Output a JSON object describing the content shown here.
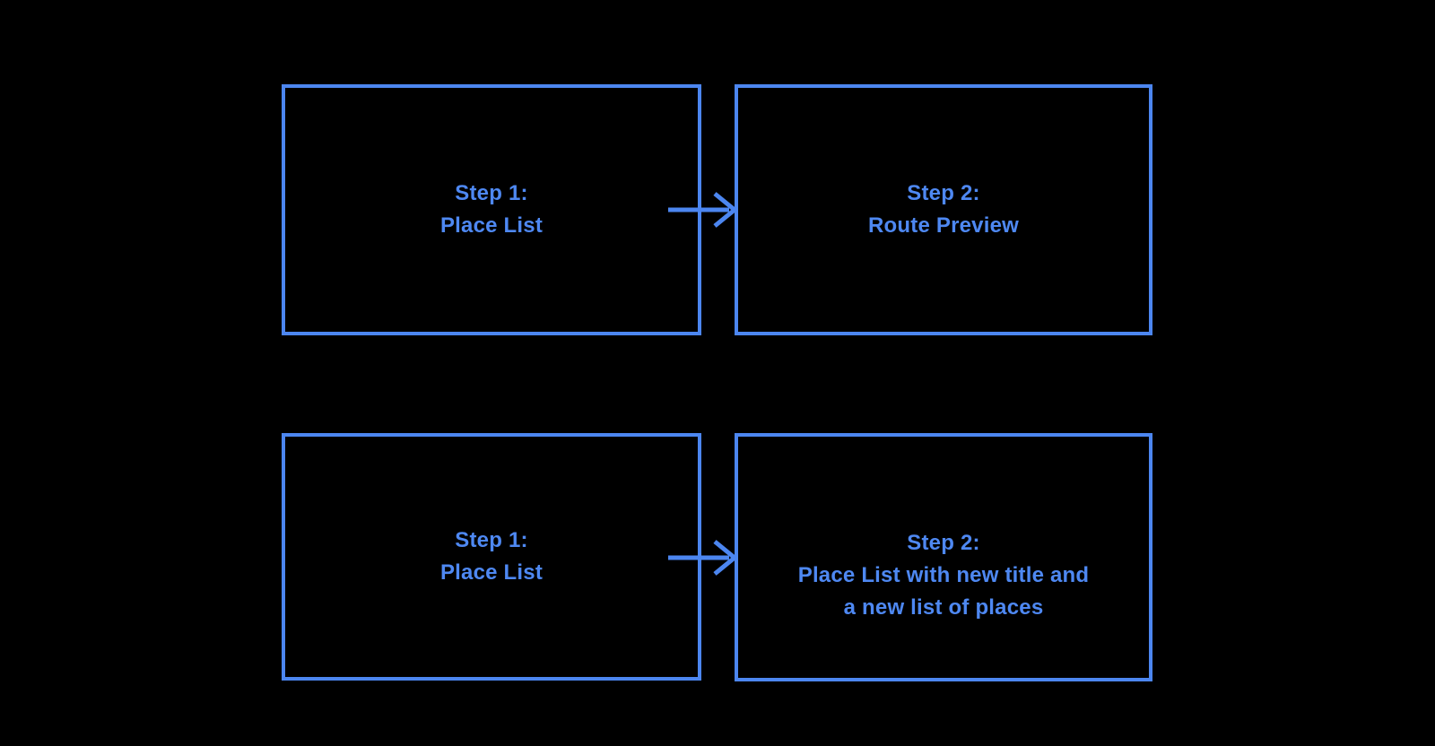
{
  "colors": {
    "background": "#000000",
    "box_border": "#4c86f0",
    "box_text": "#4e88f2",
    "arrow": "#4c86f0"
  },
  "boxes": [
    {
      "id": "step1-place-list-top",
      "lines": [
        "Step 1:",
        "Place List"
      ]
    },
    {
      "id": "step2-route-preview",
      "lines": [
        "Step 2:",
        "Route Preview"
      ]
    },
    {
      "id": "step1-place-list-bottom",
      "lines": [
        "Step 1:",
        "Place List"
      ]
    },
    {
      "id": "step2-new-place-list",
      "lines": [
        "Step 2:",
        "Place List with new title and",
        "a new list of places"
      ]
    }
  ],
  "connectors": [
    {
      "name": "arrow-step1-to-step2-top",
      "from": 0,
      "to": 1,
      "direction": "right"
    },
    {
      "name": "arrow-step1-to-step2-bottom",
      "from": 2,
      "to": 3,
      "direction": "right"
    }
  ]
}
